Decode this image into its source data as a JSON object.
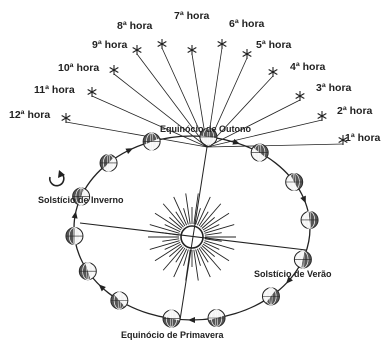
{
  "hours": [
    "12ª hora",
    "11ª hora",
    "10ª hora",
    "9ª hora",
    "8ª hora",
    "7ª hora",
    "6ª hora",
    "5ª hora",
    "4ª hora",
    "3ª hora",
    "2ª hora",
    "1ª hora"
  ],
  "labels": {
    "equinox_autumn": "Equinócio de Outono",
    "solstice_winter": "Solstício de Inverno",
    "solstice_summer": "Solstício de Verão",
    "equinox_spring": "Equinócio de Primavera"
  },
  "colors": {
    "background": "#ffffff",
    "ink": "#222222",
    "globe_dark": "#3a3a3a",
    "globe_light": "#f4f4f4"
  }
}
